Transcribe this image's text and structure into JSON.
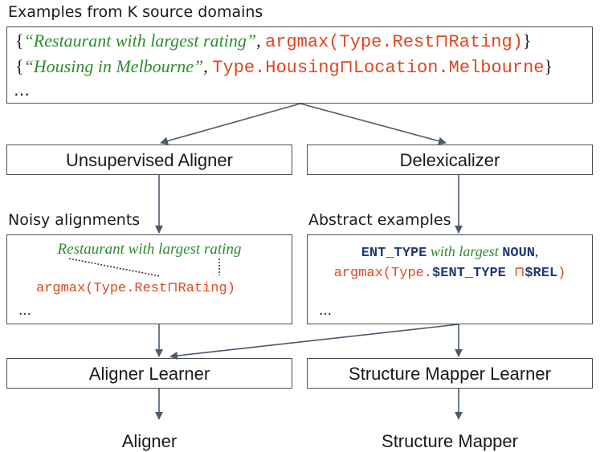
{
  "title": "Examples from K source domains",
  "source_box": {
    "line1": {
      "open": "{",
      "phrase": "“Restaurant with largest rating”",
      "sep": ", ",
      "logic": "argmax(Type.Rest⊓Rating)",
      "close": "}"
    },
    "line2": {
      "open": "{",
      "phrase": "“Housing in Melbourne”",
      "sep": ", ",
      "logic": "Type.Housing⊓Location.Melbourne",
      "close": "}"
    },
    "ellipsis": "…"
  },
  "nodes": {
    "unsupervised_aligner": "Unsupervised Aligner",
    "delexicalizer": "Delexicalizer",
    "aligner_learner": "Aligner Learner",
    "structure_mapper_learner": "Structure Mapper Learner"
  },
  "labels": {
    "noisy_alignments": "Noisy alignments",
    "abstract_examples": "Abstract examples",
    "aligner": "Aligner",
    "structure_mapper": "Structure Mapper"
  },
  "alignment_box": {
    "phrase": "Restaurant with largest rating",
    "logic": "argmax(Type.Rest⊓Rating)",
    "ellipsis": "…"
  },
  "abstract_box": {
    "ent_type": "ENT_TYPE",
    "with_largest": " with largest ",
    "noun": "NOUN",
    "comma": ",",
    "logic_prefix": "argmax(Type.",
    "logic_ent": "$ENT_TYPE",
    "logic_mid": " ⊓",
    "logic_rel": "$REL",
    "logic_suffix": ")",
    "ellipsis": "…"
  },
  "colors": {
    "phrase_green": "#2e8b2e",
    "logic_red": "#e0461f",
    "placeholder_blue": "#1f3a7a",
    "arrow": "#4a5a70"
  }
}
